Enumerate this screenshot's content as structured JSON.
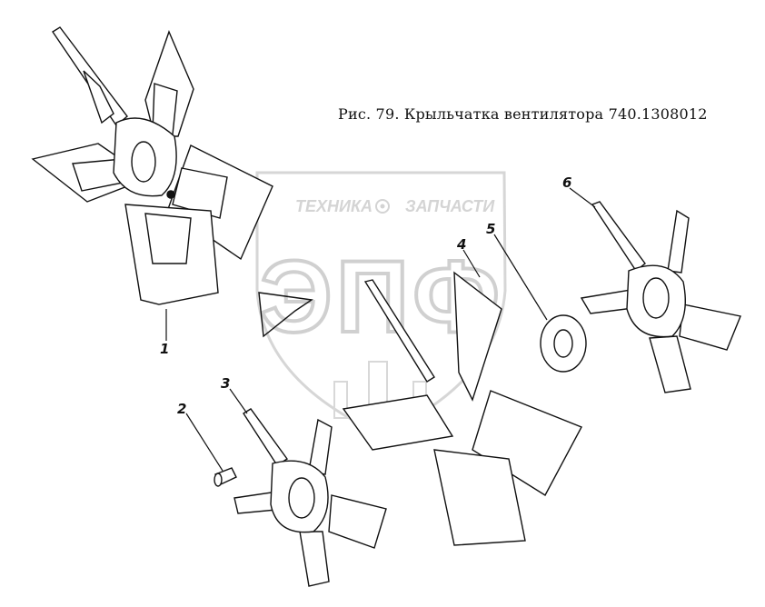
{
  "caption": "Рис. 79. Крыльчатка вентилятора 740.1308012",
  "callouts": [
    "1",
    "2",
    "3",
    "4",
    "5",
    "6"
  ],
  "watermark": {
    "top_left": "ТЕХНИКА",
    "top_right": "ЗАПЧАСТИ",
    "logo": "ЭПФ"
  }
}
